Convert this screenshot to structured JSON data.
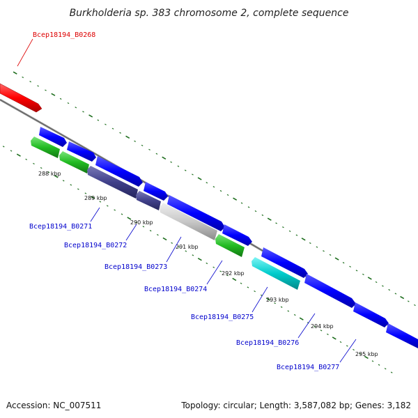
{
  "title": "Burkholderia sp. 383 chromosome 2, complete sequence",
  "footer": {
    "accession": "Accession: NC_007511",
    "summary": "Topology: circular; Length: 3,587,082 bp; Genes: 3,182"
  },
  "colors": {
    "backbone": "#808080",
    "highlight_label": "#dd0000",
    "gene_label": "#0000cc",
    "ticks": "#1e6e1e"
  },
  "scale_ticks": [
    {
      "label": "288 kbp"
    },
    {
      "label": "289 kbp"
    },
    {
      "label": "290 kbp"
    },
    {
      "label": "291 kbp"
    },
    {
      "label": "292 kbp"
    },
    {
      "label": "293 kbp"
    },
    {
      "label": "294 kbp"
    },
    {
      "label": "295 kbp"
    }
  ],
  "gene_labels": [
    {
      "label": "Bcep18194_B0268",
      "highlight": true
    },
    {
      "label": "Bcep18194_B0271",
      "highlight": false
    },
    {
      "label": "Bcep18194_B0272",
      "highlight": false
    },
    {
      "label": "Bcep18194_B0273",
      "highlight": false
    },
    {
      "label": "Bcep18194_B0274",
      "highlight": false
    },
    {
      "label": "Bcep18194_B0275",
      "highlight": false
    },
    {
      "label": "Bcep18194_B0276",
      "highlight": false
    },
    {
      "label": "Bcep18194_B0277",
      "highlight": false
    }
  ]
}
